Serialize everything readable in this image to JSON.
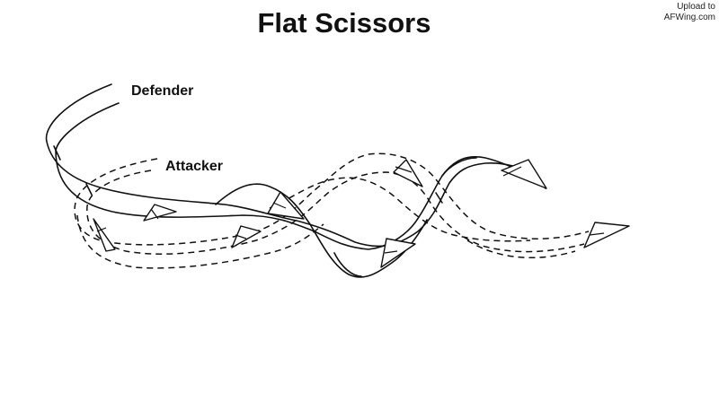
{
  "title": "Flat Scissors",
  "watermark": {
    "line1": "Upload to",
    "line2": "AFWing.com"
  },
  "labels": {
    "defender": "Defender",
    "attacker": "Attacker"
  },
  "colors": {
    "ink": "#111111",
    "background": "#ffffff"
  }
}
